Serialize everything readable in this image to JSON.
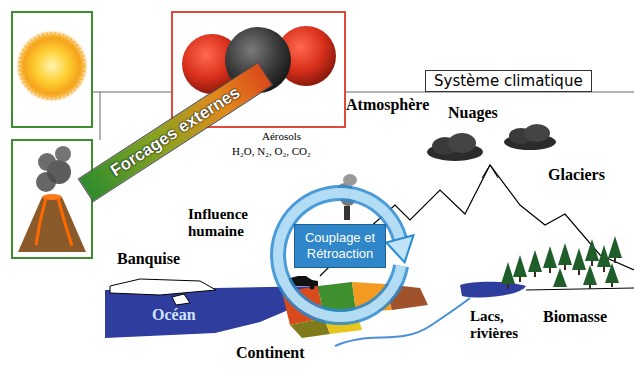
{
  "diagram": {
    "nodes": [
      {
        "text": [
          "Système climatique"
        ]
      },
      {
        "text": [
          "Forcages externes"
        ]
      },
      {
        "text": [
          "Couplage et Rétroaction"
        ]
      }
    ],
    "labels": [
      "Atmosphère",
      "Aérosols",
      "H₂O, N₂, O₂, CO₂",
      "Nuages",
      "Glaciers",
      "Influence humaine",
      "Banquise",
      "Océan",
      "Continent",
      "Lacs, rivières",
      "Biomasse"
    ]
  }
}
